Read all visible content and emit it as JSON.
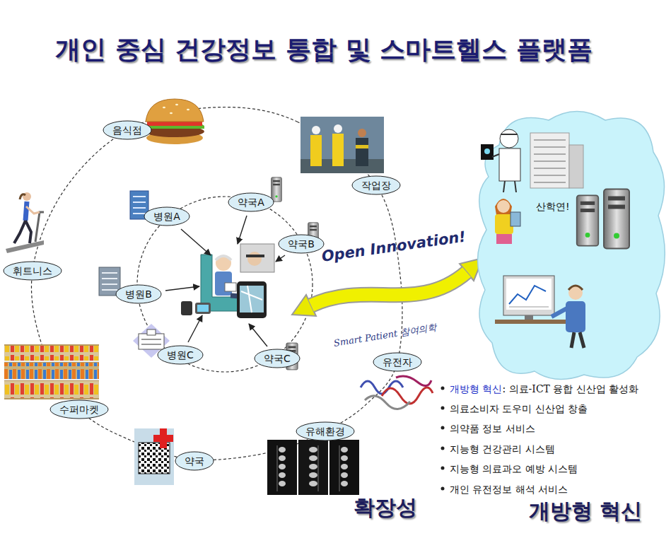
{
  "diagram": {
    "title": "개인 중심 건강정보 통합 및 스마트헬스 플랫폼",
    "nodes": [
      {
        "text": [
          "음식점"
        ]
      },
      {
        "text": [
          "산학연!"
        ]
      },
      {
        "text": [
          "작업장"
        ]
      },
      {
        "text": [
          "약국A"
        ]
      },
      {
        "text": [
          "병원A"
        ]
      },
      {
        "text": [
          "약국B"
        ]
      },
      {
        "text": [
          "휘트니스"
        ]
      },
      {
        "text": [
          "병원B"
        ]
      },
      {
        "text": [
          "병원C"
        ]
      },
      {
        "text": [
          "약국C"
        ]
      },
      {
        "text": [
          "유전자"
        ]
      },
      {
        "text": [
          "수퍼마켓"
        ]
      },
      {
        "text": [
          "유해환경"
        ]
      },
      {
        "text": [
          "약국"
        ]
      }
    ],
    "labels": [
      "Open Innovation!",
      "Smart Patient 참여의학",
      "개방형 혁신",
      ": 의료-ICT 융합 신산업 활성화",
      "의료소비자 도우미 신산업 창출",
      "의약품 정보 서비스",
      "지능형 건강관리 시스템",
      "지능형 의료과오 예방 시스템",
      "개인 유전정보 해석 서비스",
      "확장성",
      "개방형 혁신"
    ]
  }
}
